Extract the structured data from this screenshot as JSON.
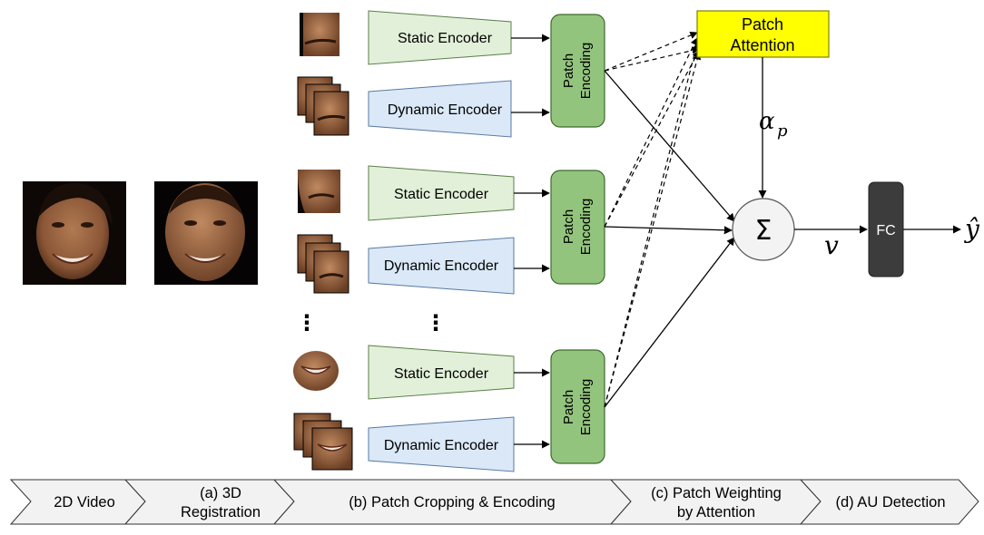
{
  "encoders": {
    "static_label": "Static Encoder",
    "dynamic_label": "Dynamic Encoder"
  },
  "patch_encoding": {
    "line1": "Patch",
    "line2": "Encoding"
  },
  "attention": {
    "line1": "Patch",
    "line2": "Attention",
    "color": "#ffff00"
  },
  "symbols": {
    "alpha": "α",
    "alpha_sub": "p",
    "sum": "Σ",
    "v": "v",
    "yhat": "ŷ",
    "ellipsis": "⋮"
  },
  "fc": {
    "label": "FC"
  },
  "pipeline": {
    "steps": [
      {
        "line1": "2D Video",
        "line2": ""
      },
      {
        "line1": "(a) 3D",
        "line2": "Registration"
      },
      {
        "line1": "(b) Patch Cropping & Encoding",
        "line2": ""
      },
      {
        "line1": "(c) Patch Weighting",
        "line2": "by Attention"
      },
      {
        "line1": "(d) AU Detection",
        "line2": ""
      }
    ]
  },
  "colors": {
    "static_fill": "#e2f0d9",
    "dynamic_fill": "#dae8f8",
    "patch_fill": "#93c47d",
    "fc_fill": "#3c3c3c",
    "step_fill": "#f2f2f2"
  }
}
